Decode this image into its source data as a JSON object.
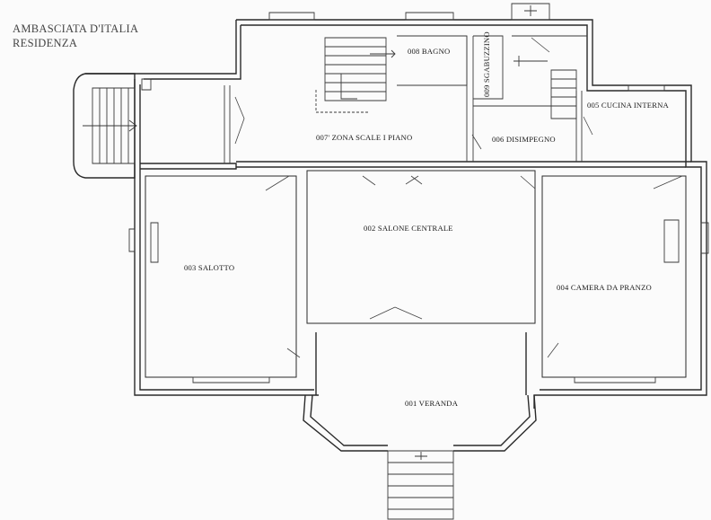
{
  "header": {
    "line1": "AMBASCIATA D'ITALIA",
    "line2": "RESIDENZA"
  },
  "rooms": {
    "r001": "001  VERANDA",
    "r002": "002  SALONE CENTRALE",
    "r003": "003  SALOTTO",
    "r004": "004  CAMERA DA PRANZO",
    "r005": "005 CUCINA INTERNA",
    "r006": "006  DISIMPEGNO",
    "r007": "007' ZONA SCALE I PIANO",
    "r008": "008  BAGNO",
    "r009": "009  SGABUZZINO"
  }
}
